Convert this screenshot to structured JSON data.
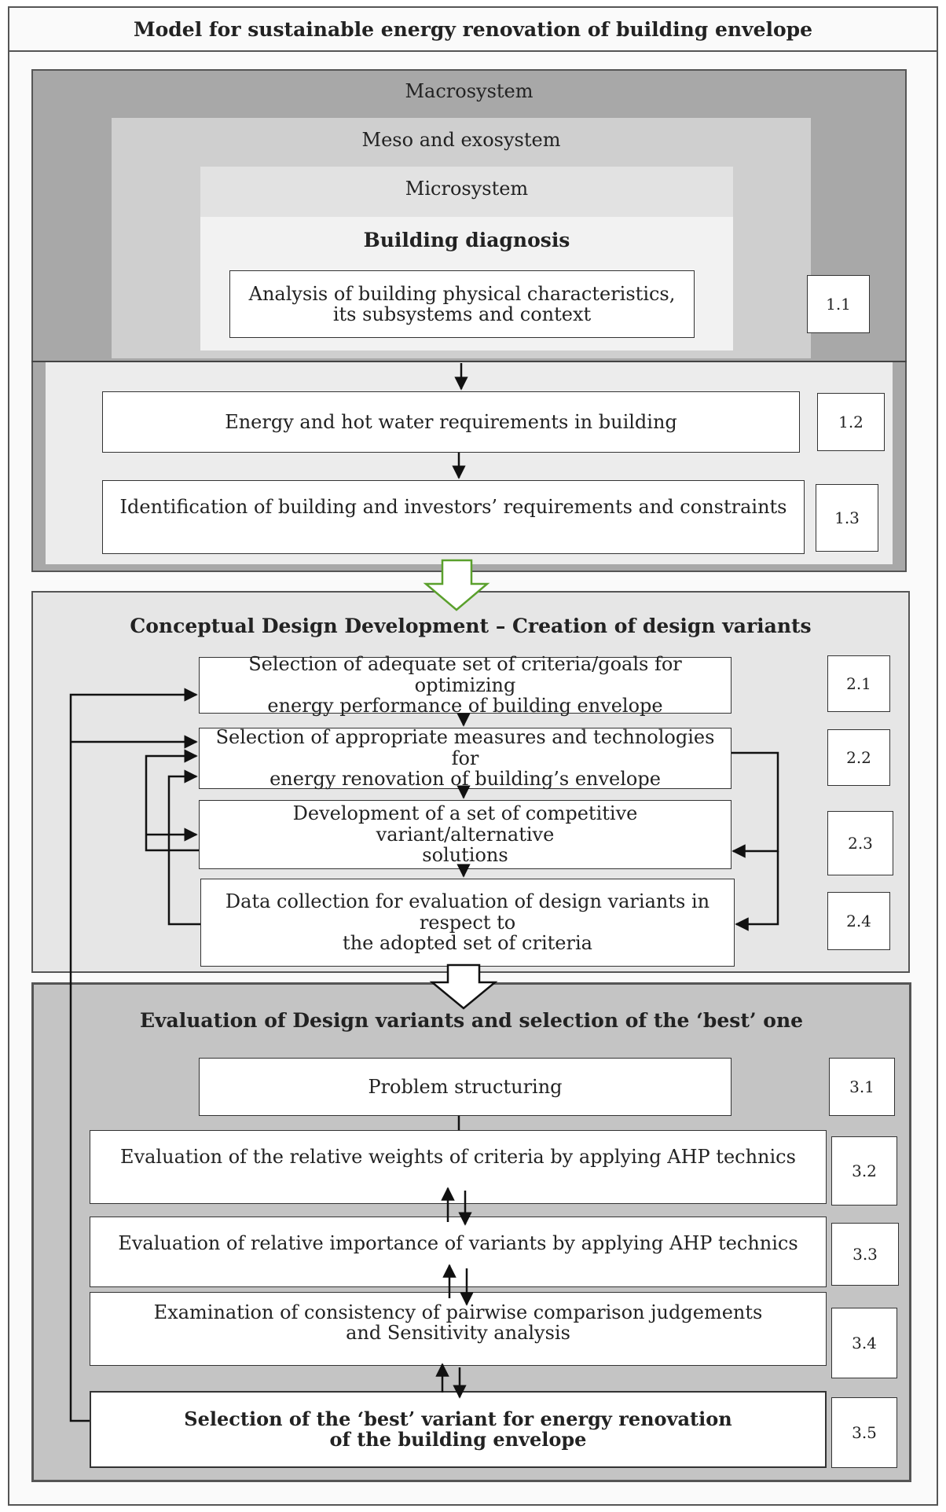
{
  "title": "Model for sustainable energy renovation of building envelope",
  "phase1": {
    "macro_label": "Macrosystem",
    "meso_label": "Meso and exosystem",
    "micro_label": "Microsystem",
    "diagnosis_label": "Building diagnosis",
    "steps": [
      {
        "num": "1.1",
        "text": "Analysis of building physical characteristics,\nits subsystems and context"
      },
      {
        "num": "1.2",
        "text": "Energy and hot water requirements in building"
      },
      {
        "num": "1.3",
        "text": "Identification of building and investors’ requirements and constraints"
      }
    ]
  },
  "phase2": {
    "heading": "Conceptual Design Development – Creation of design variants",
    "steps": [
      {
        "num": "2.1",
        "text": "Selection of adequate set of criteria/goals for optimizing\nenergy performance of building envelope"
      },
      {
        "num": "2.2",
        "text": "Selection of appropriate measures and technologies for\nenergy renovation of building’s envelope"
      },
      {
        "num": "2.3",
        "text": "Development of a set of competitive variant/alternative\nsolutions"
      },
      {
        "num": "2.4",
        "text": "Data collection for evaluation of design variants in\nrespect to\nthe adopted set of  criteria"
      }
    ]
  },
  "phase3": {
    "heading": "Evaluation of Design variants and selection of the ‘best’ one",
    "steps": [
      {
        "num": "3.1",
        "text": "Problem structuring"
      },
      {
        "num": "3.2",
        "text": "Evaluation of the relative weights of criteria by applying AHP technics"
      },
      {
        "num": "3.3",
        "text": "Evaluation of relative importance of variants by applying AHP technics"
      },
      {
        "num": "3.4",
        "text": "Examination of consistency of pairwise comparison judgements\nand Sensitivity analysis"
      },
      {
        "num": "3.5",
        "text": "Selection of the ‘best’ variant for energy renovation\nof the building envelope"
      }
    ]
  },
  "colors": {
    "macro": "#a8a8a8",
    "meso": "#cfcfcf",
    "micro": "#e2e2e2",
    "inner": "#ececec",
    "phase2_bg": "#e6e6e6",
    "phase3_bg": "#c4c4c4",
    "outline_arrow": "#5aa02c"
  }
}
